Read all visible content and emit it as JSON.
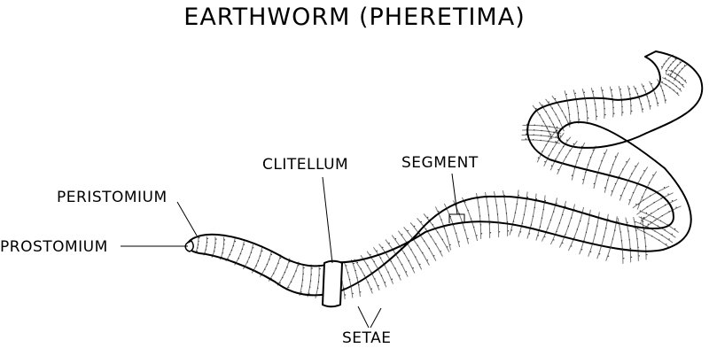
{
  "diagram": {
    "title": "EARTHWORM (PHERETIMA)",
    "labels": {
      "clitellum": "CLITELLUM",
      "segment": "SEGMENT",
      "peristomium": "PERISTOMIUM",
      "prostomium": "PROSTOMIUM",
      "setae": "SETAE"
    },
    "colors": {
      "outline": "#000000",
      "fill": "#ffffff",
      "dots": "#333333"
    }
  }
}
